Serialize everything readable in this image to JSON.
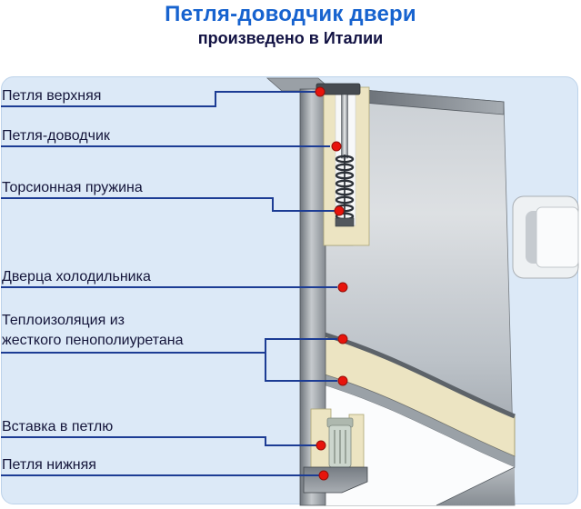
{
  "header": {
    "title": "Петля-доводчик двери",
    "subtitle": "произведено в Италии"
  },
  "labels": [
    {
      "id": "upper-hinge",
      "lines": [
        "Петля верхняя"
      ]
    },
    {
      "id": "door-closer",
      "lines": [
        "Петля-доводчик"
      ]
    },
    {
      "id": "torsion-spring",
      "lines": [
        "Торсионная пружина"
      ]
    },
    {
      "id": "fridge-door",
      "lines": [
        "Дверца холодильника"
      ]
    },
    {
      "id": "insulation",
      "lines": [
        "Теплоизоляция из",
        "жесткого пенополиуретана"
      ]
    },
    {
      "id": "hinge-insert",
      "lines": [
        "Вставка в петлю"
      ]
    },
    {
      "id": "lower-hinge",
      "lines": [
        "Петля нижняя"
      ]
    }
  ],
  "colors": {
    "title_blue": "#1763cf",
    "subtitle_navy": "#121243",
    "line_navy": "#1c3c94",
    "dot_red": "#e8140c",
    "panel_bg": "#dce9f7",
    "foam_cream": "#ece4c2",
    "door_gray": "#bcc2c8"
  }
}
